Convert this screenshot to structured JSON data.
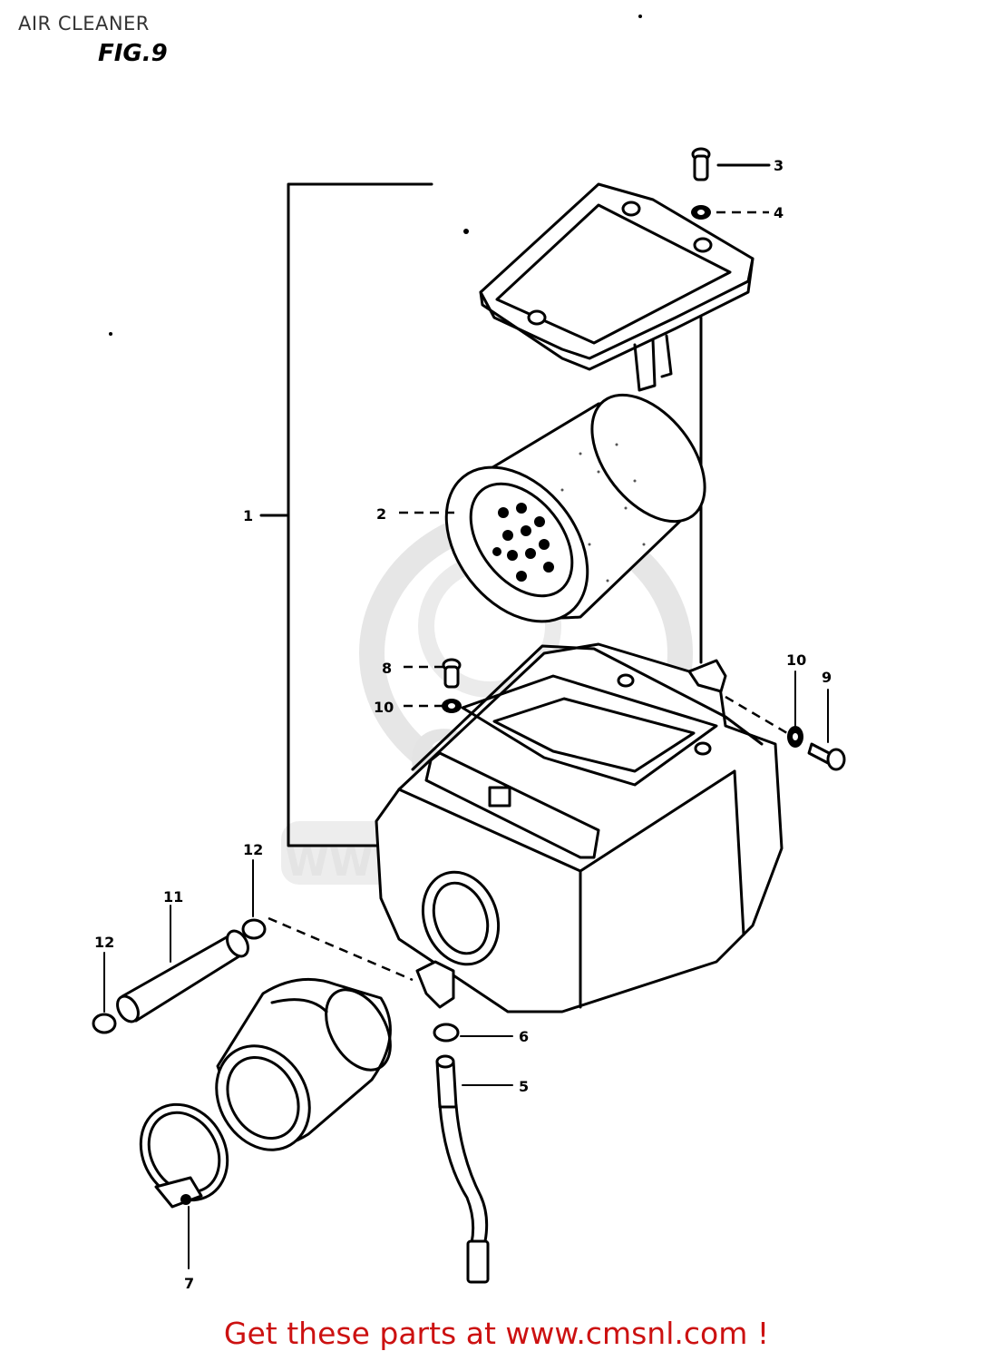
{
  "header": {
    "title": "AIR CLEANER",
    "figure": "FIG.9"
  },
  "watermark": {
    "text": "WWW.CMSNL.COM",
    "brand": "CMS"
  },
  "callouts": {
    "c1": "1",
    "c2": "2",
    "c3": "3",
    "c4": "4",
    "c5": "5",
    "c6": "6",
    "c7": "7",
    "c8": "8",
    "c9": "9",
    "c10a": "10",
    "c10b": "10",
    "c11": "11",
    "c12a": "12",
    "c12b": "12"
  },
  "footer": {
    "text": "Get these parts at www.cmsnl.com !",
    "color": "#cc1111"
  }
}
